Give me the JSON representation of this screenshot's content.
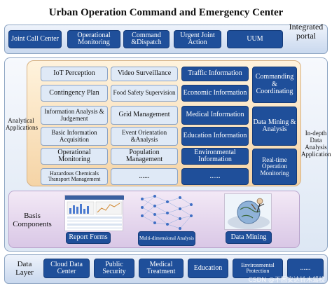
{
  "title": "Urban Operation Command and Emergency Center",
  "portal": {
    "label": "Integrated portal",
    "items": [
      "Joint Call Center",
      "Operational Monitoring",
      "Command &Dispatch",
      "Urgent Joint Action",
      "UUM"
    ]
  },
  "analytical": {
    "label": "Analytical Applications",
    "col1": [
      "IoT Perception",
      "Contingency Plan",
      "Information Analysis & Judgement",
      "Basic Information Acquisition",
      "Operational Monitoring",
      "Hazardous Chemicals Transport Management"
    ],
    "col2": [
      "Video Surveillance",
      "Food Safety Supervision",
      "Grid Management",
      "Event Orientation &Analysis",
      "Population Management",
      "......"
    ],
    "col3": [
      "Traffic Information",
      "Economic Information",
      "Medical Information",
      "Education Information",
      "Environmental Information",
      "......"
    ],
    "col4": [
      "Commanding & Coordinating",
      "Data Mining & Analysis",
      "Real-time Operation Monitoring"
    ]
  },
  "right_label": "In-depth Data Analysis Application",
  "basis": {
    "label": "Basis Components",
    "items": [
      "Report Forms",
      "Multi-dimensional Analysis",
      "Data Mining"
    ]
  },
  "data_layer": {
    "label": "Data Layer",
    "items": [
      "Cloud Data Center",
      "Public Security",
      "Medical Treatment",
      "Education",
      "Environmental Protection",
      "......"
    ]
  },
  "watermark": "CSDN @不困安达铃木驾校"
}
